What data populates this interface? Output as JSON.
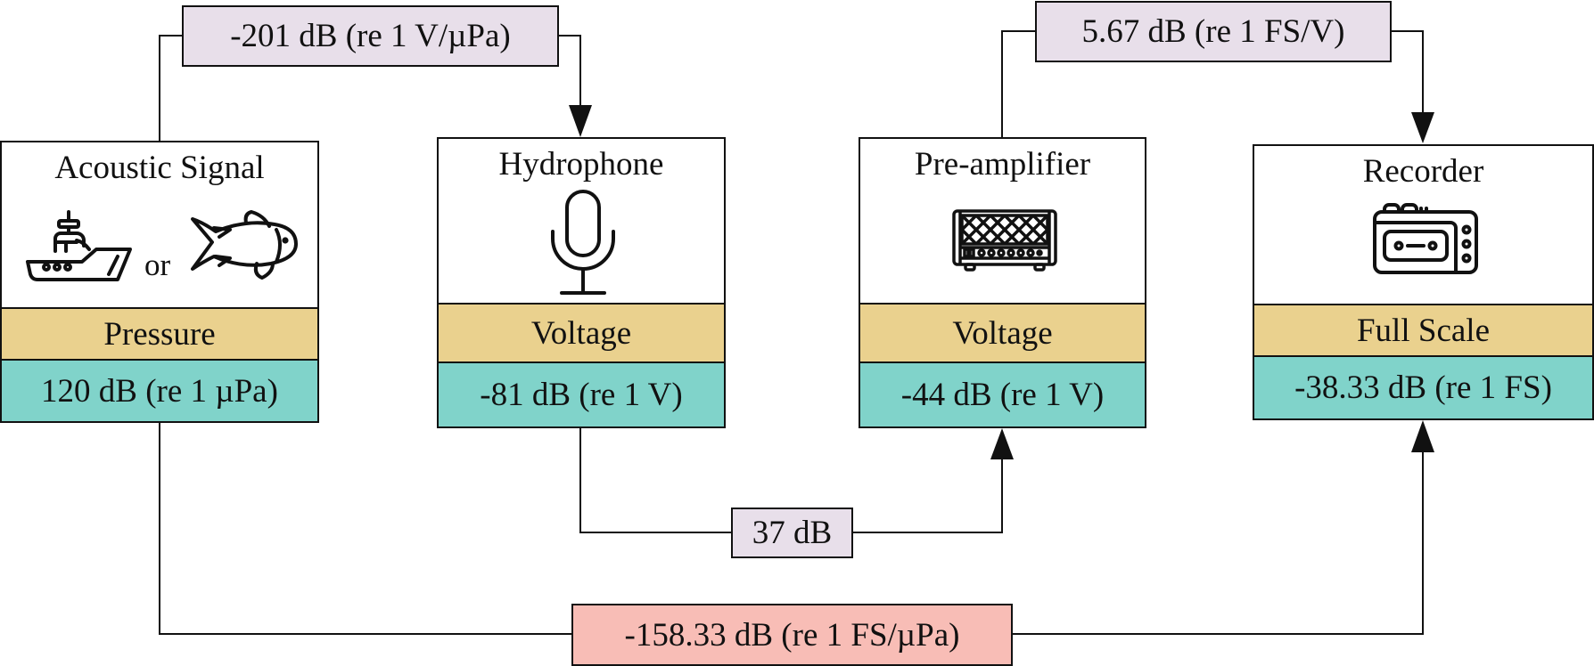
{
  "colors": {
    "quantity_fill": "#EAD18E",
    "level_fill": "#80D3CA",
    "gain_fill": "#E8DFEA",
    "total_fill": "#F8BDB6",
    "stroke": "#111111"
  },
  "nodes": [
    {
      "id": "acoustic",
      "title": "Acoustic Signal",
      "icons": [
        "ship-icon",
        "fish-icon"
      ],
      "connector": "or",
      "quantity": "Pressure",
      "level": "120 dB (re 1 µPa)"
    },
    {
      "id": "hydrophone",
      "title": "Hydrophone",
      "icons": [
        "microphone-icon"
      ],
      "quantity": "Voltage",
      "level": "-81 dB (re 1 V)"
    },
    {
      "id": "preamp",
      "title": "Pre-amplifier",
      "icons": [
        "amplifier-icon"
      ],
      "quantity": "Voltage",
      "level": "-44 dB (re 1 V)"
    },
    {
      "id": "recorder",
      "title": "Recorder",
      "icons": [
        "recorder-icon"
      ],
      "quantity": "Full Scale",
      "level": "-38.33 dB (re 1 FS)"
    }
  ],
  "edges": [
    {
      "from": "acoustic",
      "to": "hydrophone",
      "label": "-201 dB (re 1 V/µPa)"
    },
    {
      "from": "hydrophone",
      "to": "preamp",
      "label": "37 dB"
    },
    {
      "from": "preamp",
      "to": "recorder",
      "label": "5.67 dB (re 1 FS/V)"
    },
    {
      "from": "acoustic",
      "to": "recorder",
      "label": "-158.33 dB (re 1 FS/µPa)"
    }
  ]
}
